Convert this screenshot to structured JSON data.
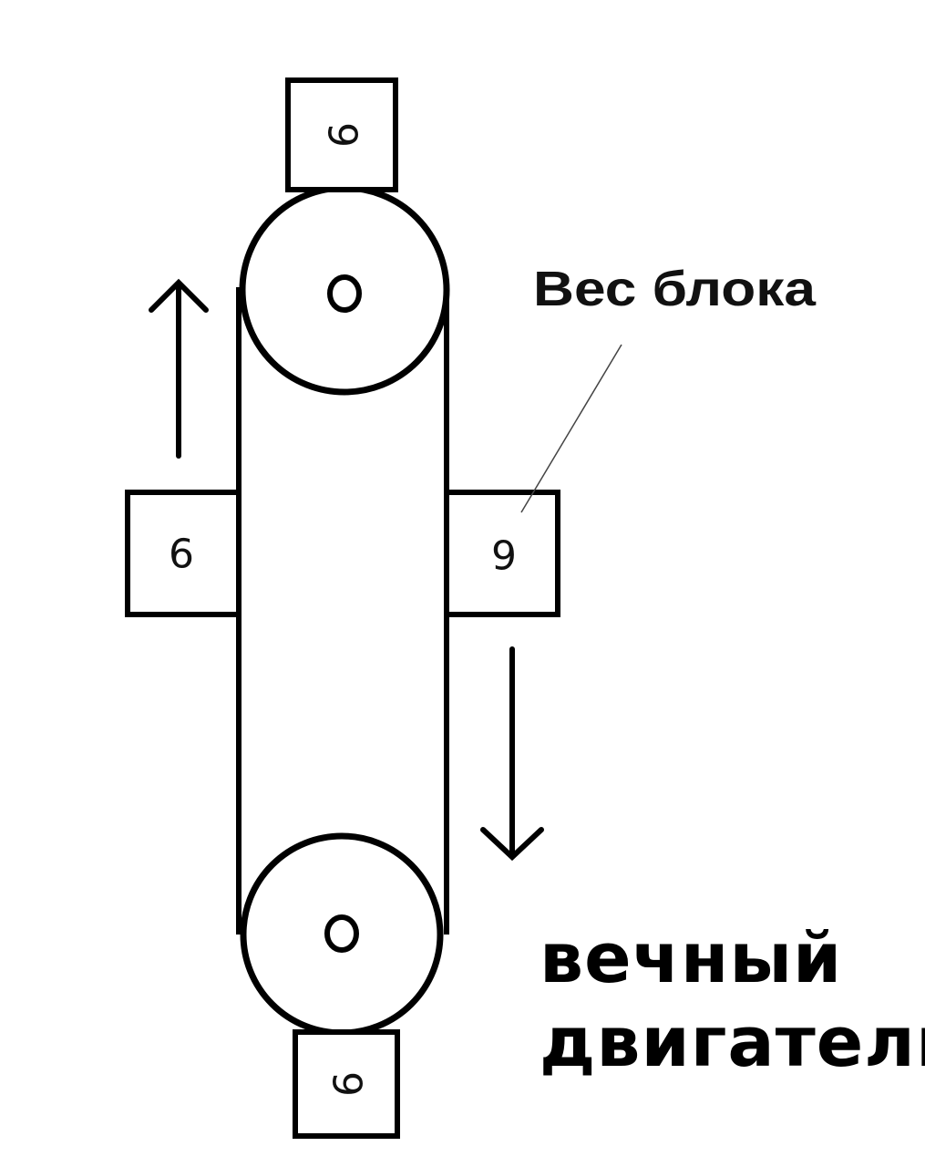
{
  "diagram": {
    "callout_label": "Вес блока",
    "blocks": {
      "top": "9",
      "left": "6",
      "right": "9",
      "bottom": "9"
    }
  },
  "caption": {
    "line1": "вечный",
    "line2": "двигатель"
  }
}
